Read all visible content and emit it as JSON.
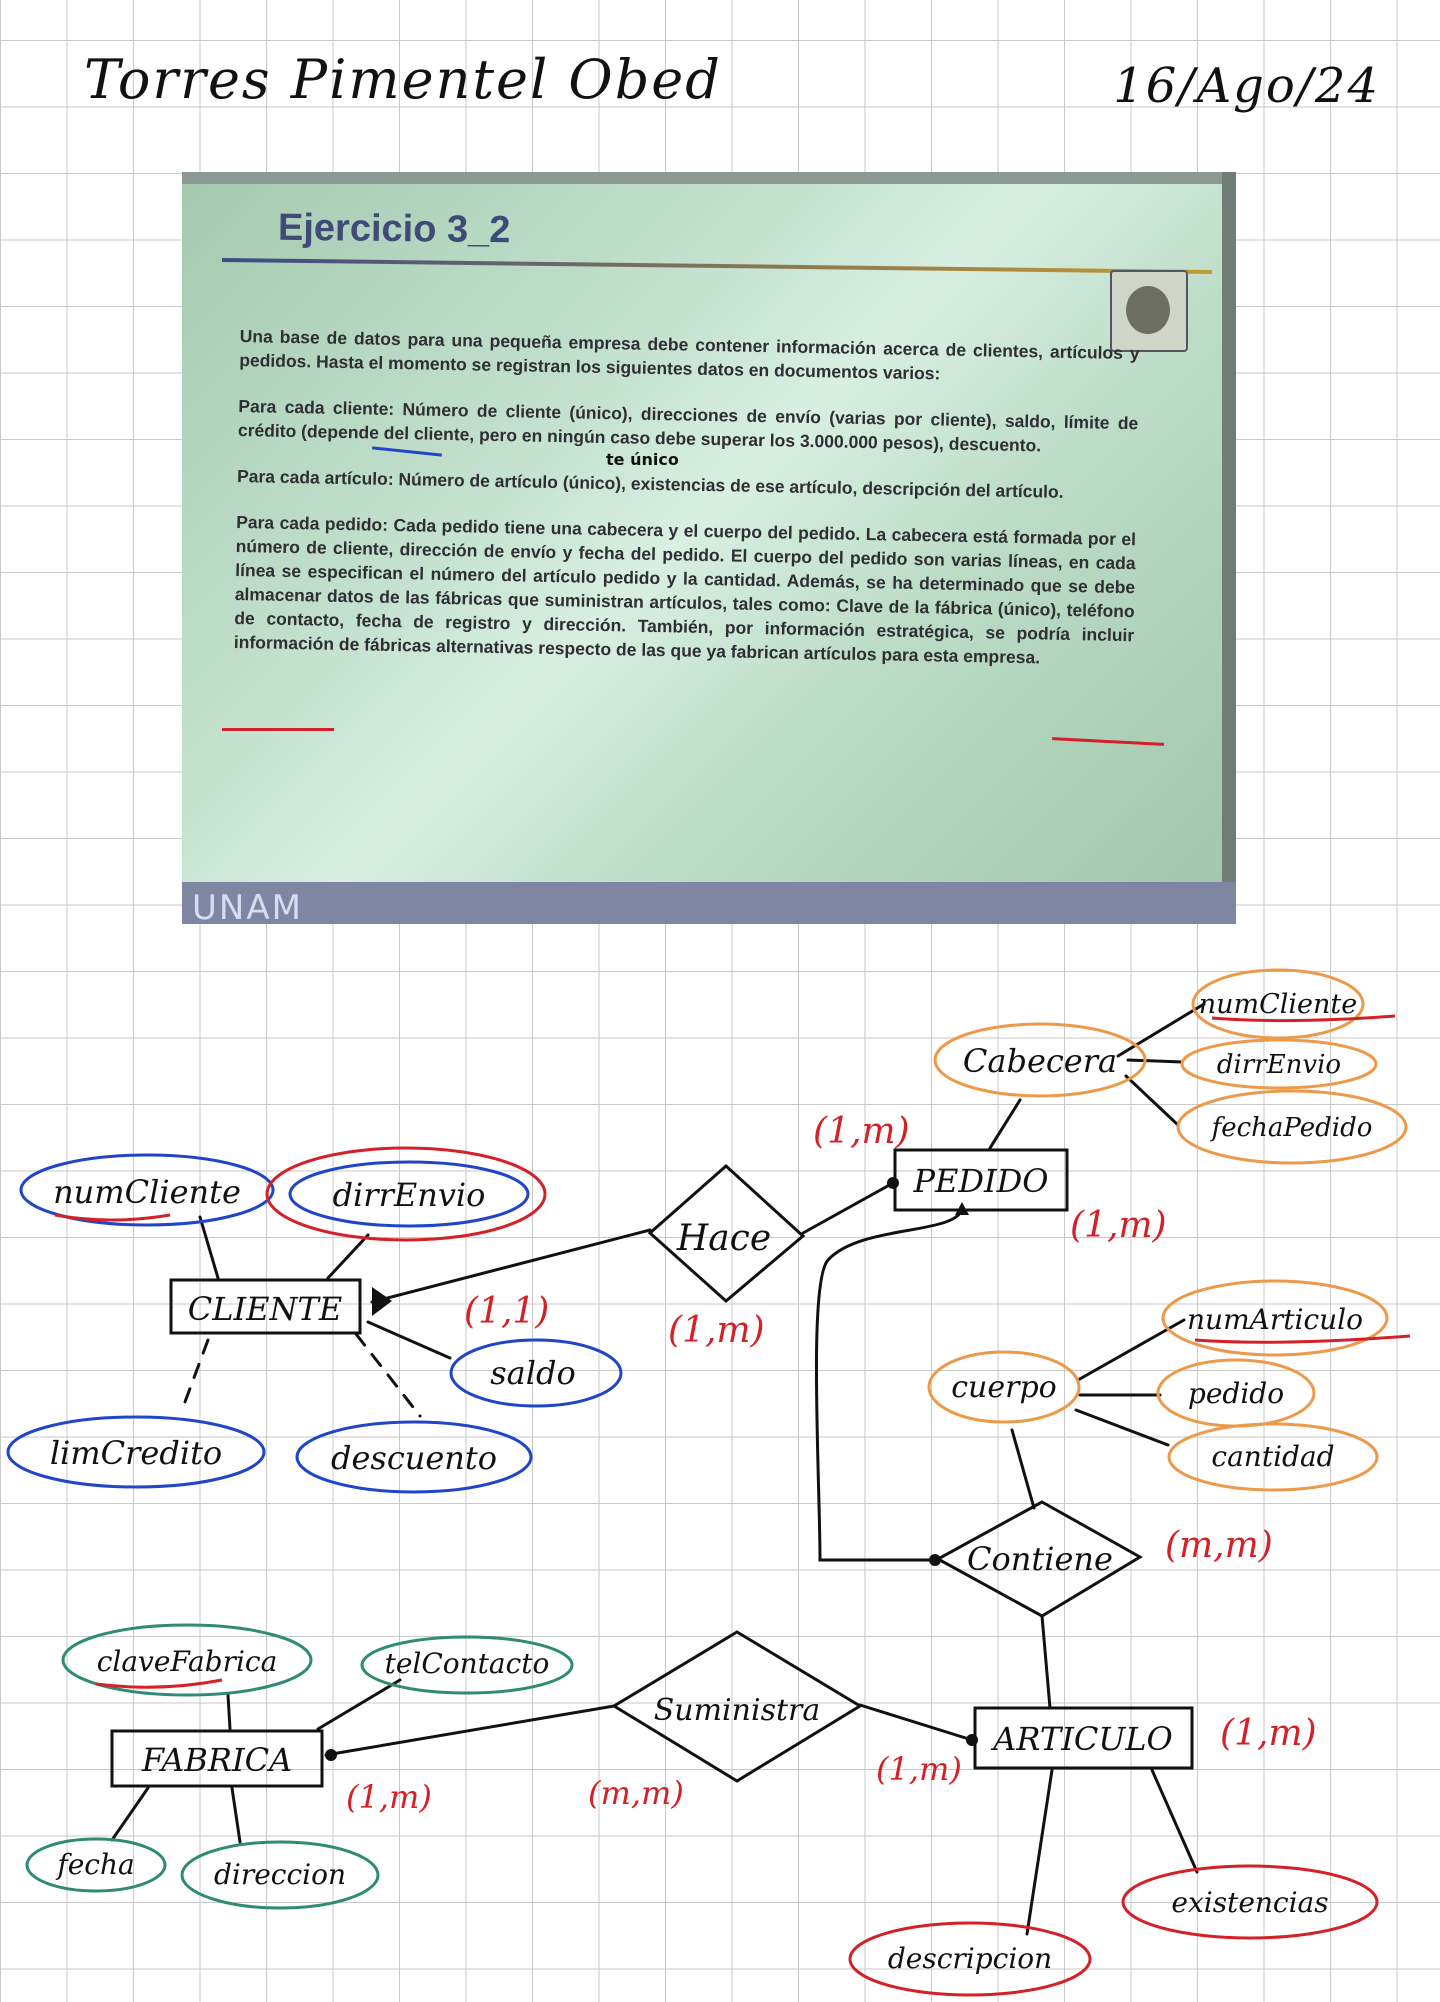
{
  "header": {
    "author": "Torres Pimentel Obed",
    "date": "16/Ago/24"
  },
  "slide": {
    "title": "Ejercicio 3_2",
    "footer": "UNAM",
    "paragraphs": [
      "Una base de datos para una pequeña empresa debe contener información acerca de clientes, artículos y pedidos. Hasta el momento se registran los siguientes datos en documentos varios:",
      "Para cada cliente: Número de cliente (único), direcciones de envío (varias por cliente), saldo, límite de crédito (depende del cliente, pero en ningún caso debe superar los 3.000.000 pesos), descuento.",
      "Para cada artículo: Número de artículo (único), existencias de ese artículo, descripción del artículo.",
      "Para cada pedido: Cada pedido tiene una cabecera y el cuerpo del pedido. La cabecera está formada por el número de cliente, dirección de envío y fecha del pedido. El cuerpo del pedido son varias líneas, en cada línea se especifican el número del artículo pedido y la cantidad. Además, se ha determinado que se debe almacenar datos de las fábricas que suministran artículos, tales como: Clave de la fábrica (único), teléfono de contacto, fecha de registro y dirección. También, por información estratégica, se podría incluir información de fábricas alternativas respecto de las que ya fabrican artículos para esta empresa."
    ],
    "handwritten_note": "te único"
  },
  "colors": {
    "entity": "#111111",
    "cliente_attr": "#2145c9",
    "multivalued": "#d42027",
    "pedido_attr": "#ec9a4a",
    "fabrica_attr": "#2f8b74",
    "articulo_attr": "#d42027",
    "cardinality": "#d42027"
  },
  "entities": {
    "cliente": "CLIENTE",
    "pedido": "PEDIDO",
    "articulo": "ARTICULO",
    "fabrica": "FABRICA"
  },
  "relationships": {
    "hace": "Hace",
    "contiene": "Contiene",
    "suministra": "Suministra"
  },
  "attributes": {
    "cliente": {
      "num": "numCliente",
      "dir": "dirrEnvio",
      "saldo": "saldo",
      "lim": "limCredito",
      "desc": "descuento"
    },
    "pedido": {
      "cabecera": "Cabecera",
      "num": "numCliente",
      "dir": "dirrEnvio",
      "fecha": "fechaPedido",
      "cuerpo": "cuerpo",
      "numArt": "numArticulo",
      "pedido": "pedido",
      "cantidad": "cantidad"
    },
    "fabrica": {
      "clave": "claveFabrica",
      "tel": "telContacto",
      "fecha": "fecha",
      "dir": "direccion"
    },
    "articulo": {
      "exist": "existencias",
      "desc": "descripcion"
    }
  },
  "cardinalities": {
    "cliente_hace": "(1,1)",
    "hace": "(1,m)",
    "pedido_hace": "(1,m)",
    "pedido_contiene": "(1,m)",
    "contiene": "(m,m)",
    "articulo": "(1,m)",
    "articulo_sum": "(1,m)",
    "suministra": "(m,m)",
    "fabrica": "(1,m)"
  }
}
